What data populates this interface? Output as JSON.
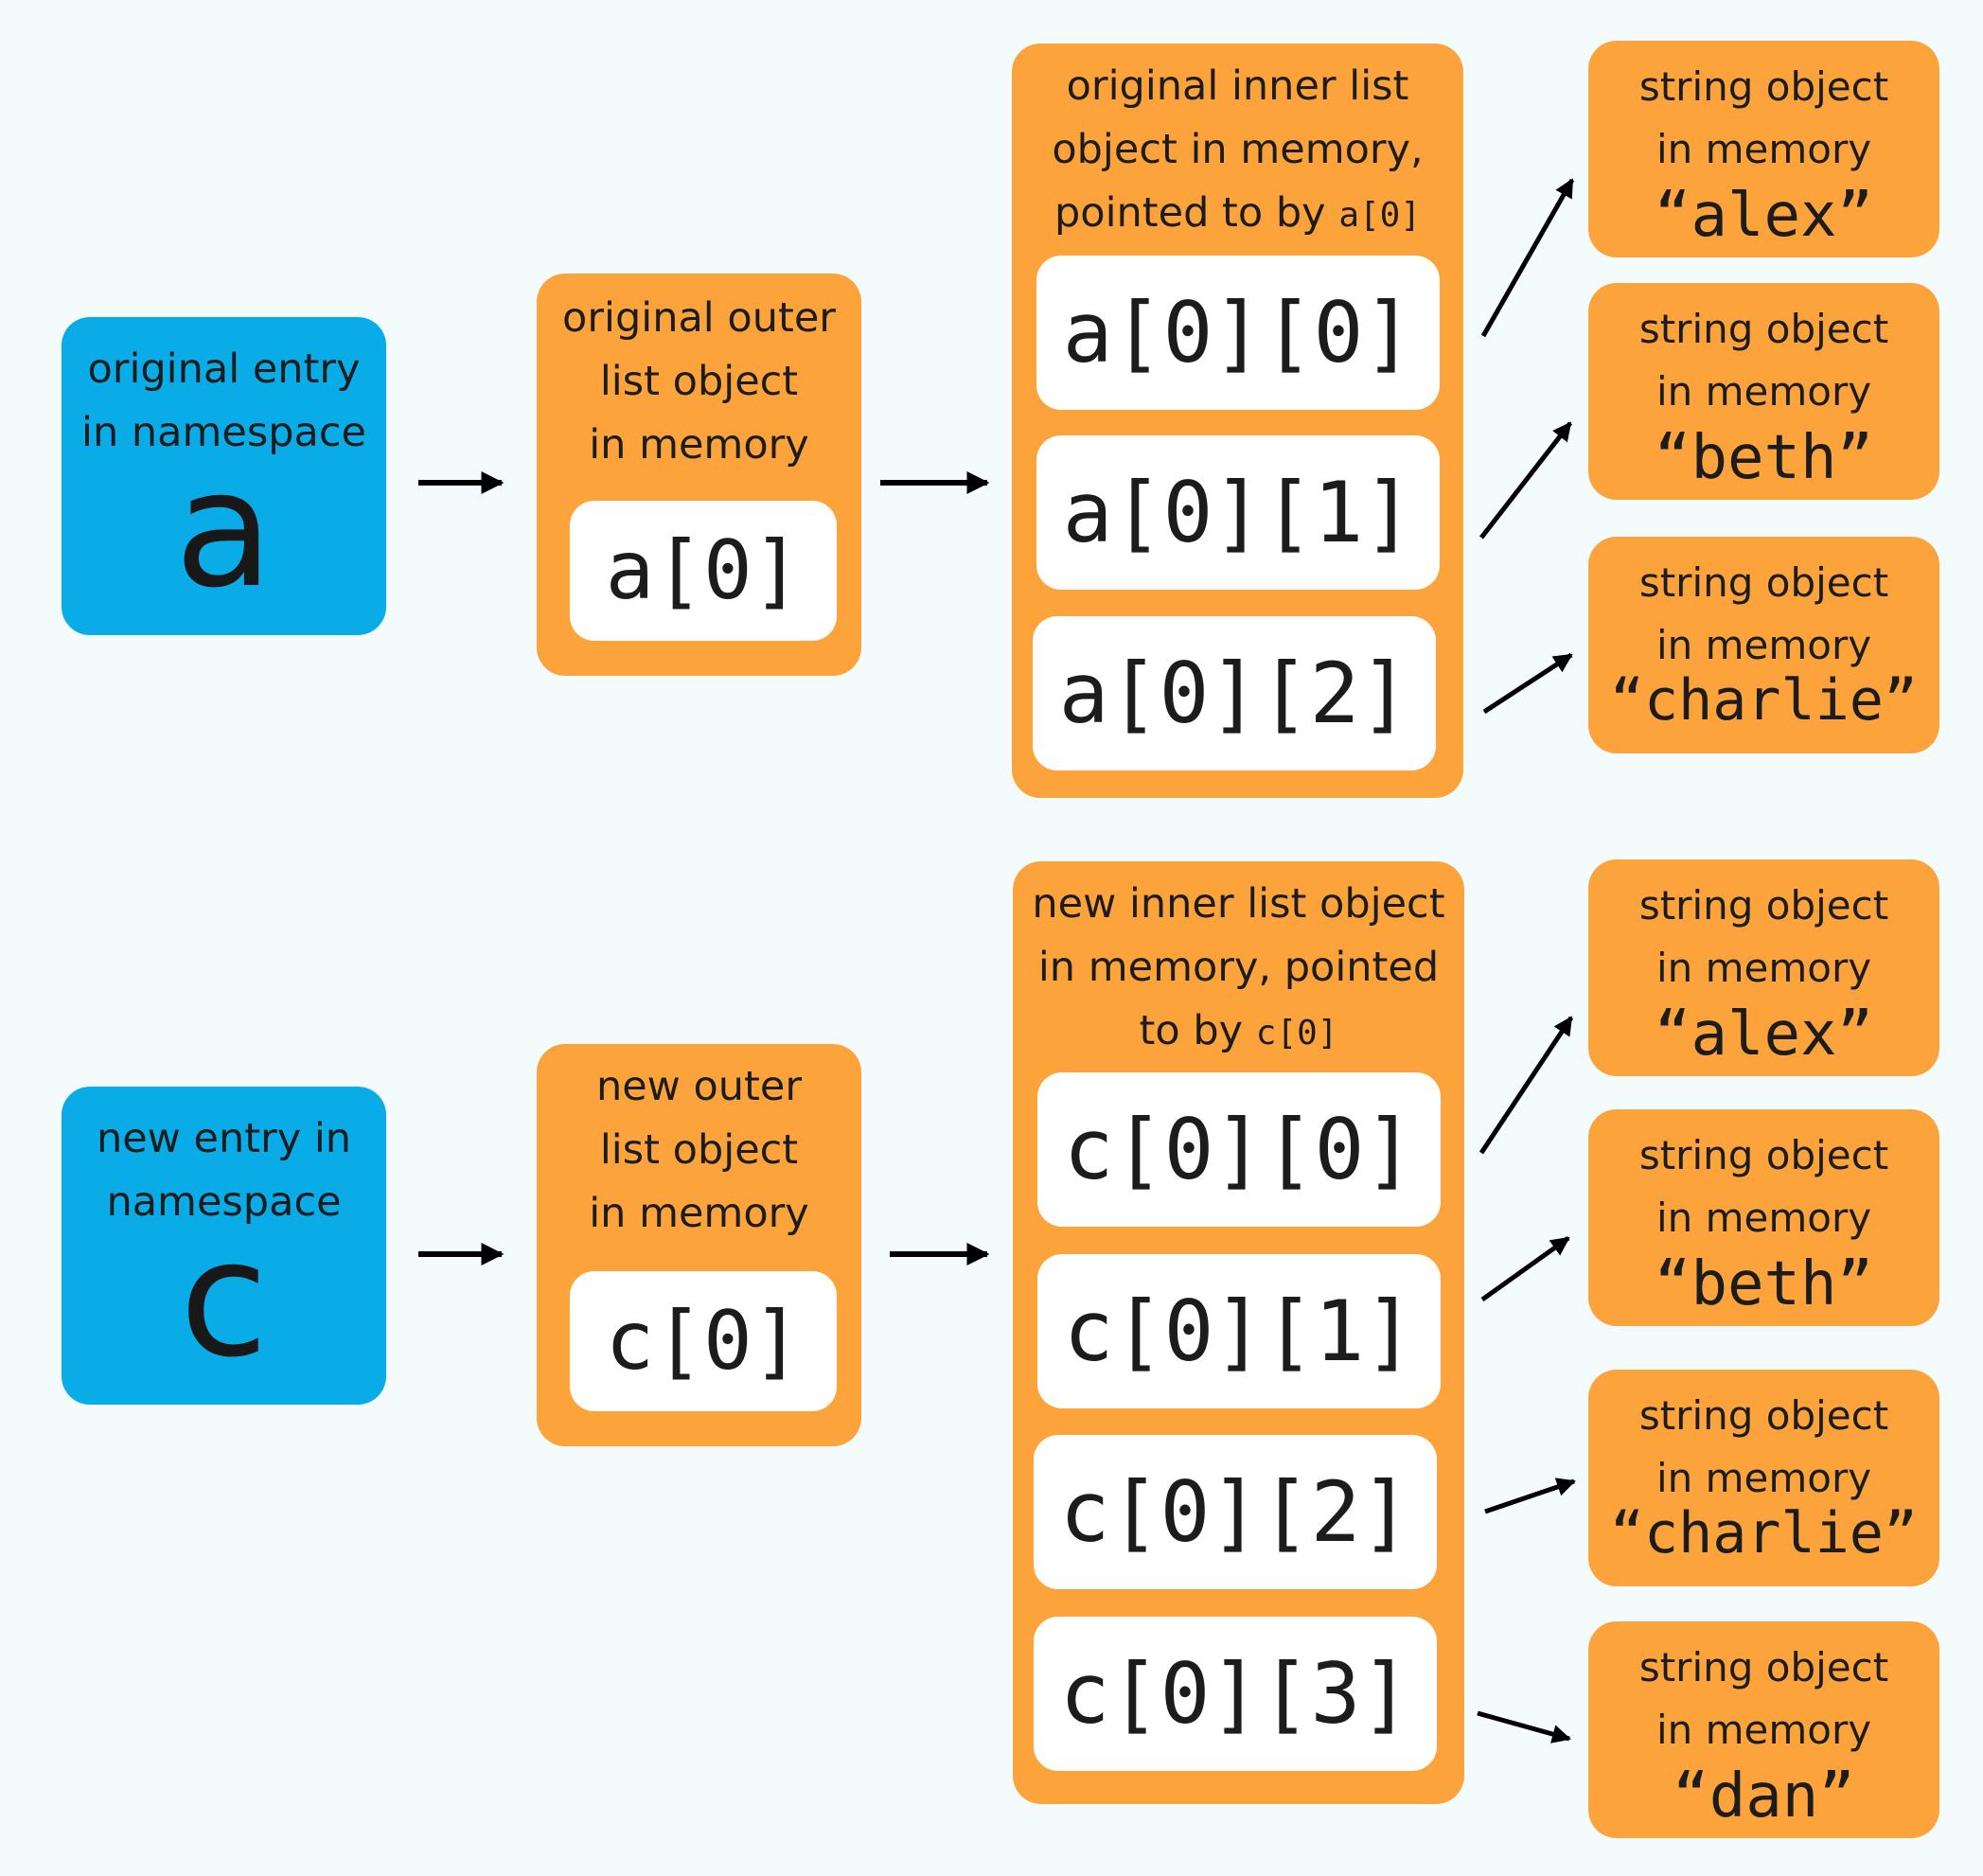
{
  "colors": {
    "background": "#f4fbfc",
    "namespace_box": "#0aace8",
    "memory_box": "#fda33c",
    "cell": "#ffffff",
    "arrow": "#000000"
  },
  "top": {
    "namespace": {
      "caption": [
        "original entry",
        "in namespace"
      ],
      "name": "a"
    },
    "outer": {
      "caption": [
        "original outer",
        "list object",
        "in memory"
      ],
      "cell": "a[0]"
    },
    "inner": {
      "caption_1": "original inner list",
      "caption_2": "object in memory,",
      "caption_3": "pointed to by",
      "caption_code": "a[0]",
      "cells": [
        "a[0][0]",
        "a[0][1]",
        "a[0][2]"
      ]
    },
    "strings": [
      {
        "caption": [
          "string object",
          "in memory"
        ],
        "value": "“alex”"
      },
      {
        "caption": [
          "string object",
          "in memory"
        ],
        "value": "“beth”"
      },
      {
        "caption": [
          "string object",
          "in memory"
        ],
        "value": "“charlie”"
      }
    ]
  },
  "bottom": {
    "namespace": {
      "caption": [
        "new entry in",
        "namespace"
      ],
      "name": "c"
    },
    "outer": {
      "caption": [
        "new outer",
        "list object",
        "in memory"
      ],
      "cell": "c[0]"
    },
    "inner": {
      "caption_1": "new inner list object",
      "caption_2": "in memory, pointed",
      "caption_3": "to by",
      "caption_code": "c[0]",
      "cells": [
        "c[0][0]",
        "c[0][1]",
        "c[0][2]",
        "c[0][3]"
      ]
    },
    "strings": [
      {
        "caption": [
          "string object",
          "in memory"
        ],
        "value": "“alex”"
      },
      {
        "caption": [
          "string object",
          "in memory"
        ],
        "value": "“beth”"
      },
      {
        "caption": [
          "string object",
          "in memory"
        ],
        "value": "“charlie”"
      },
      {
        "caption": [
          "string object",
          "in memory"
        ],
        "value": "“dan”"
      }
    ]
  }
}
